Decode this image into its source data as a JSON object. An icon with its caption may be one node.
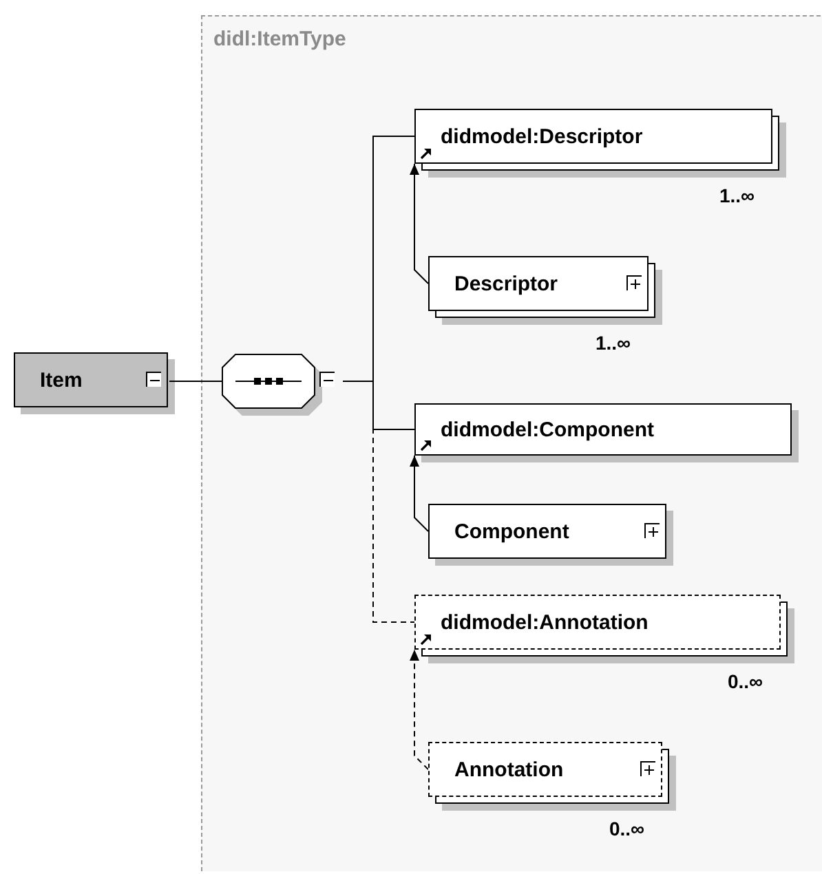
{
  "diagram": {
    "nodes": [
      {
        "text": [
          "Item"
        ]
      },
      {
        "text": [
          "didl:ItemType"
        ]
      },
      {
        "text": [],
        "shape": "octagon",
        "in": 1
      },
      {
        "text": [
          "didmodel:Descriptor"
        ],
        "in": 1,
        "beside": [
          "1..∞"
        ]
      },
      {
        "text": [
          "Descriptor"
        ],
        "in": 1,
        "beside": [
          "1..∞"
        ]
      },
      {
        "text": [
          "didmodel:Component"
        ],
        "in": 1
      },
      {
        "text": [
          "Component"
        ],
        "in": 1
      },
      {
        "text": [
          "didmodel:Annotation"
        ],
        "in": 1,
        "beside": [
          "0..∞"
        ]
      },
      {
        "text": [
          "Annotation"
        ],
        "in": 1,
        "beside": [
          "0..∞"
        ]
      }
    ],
    "edges": [
      {
        "from": 0,
        "to": 2,
        "arrow": "none"
      },
      {
        "from": 2,
        "to": 3,
        "arrow": "none"
      },
      {
        "from": 2,
        "to": 5,
        "arrow": "none"
      },
      {
        "from": 2,
        "to": 7,
        "arrow": "none",
        "style": "dashed"
      },
      {
        "from": 4,
        "to": 3,
        "arrow": "to"
      },
      {
        "from": 6,
        "to": 5,
        "arrow": "to"
      },
      {
        "from": 8,
        "to": 7,
        "arrow": "to",
        "style": "dashed"
      }
    ]
  }
}
